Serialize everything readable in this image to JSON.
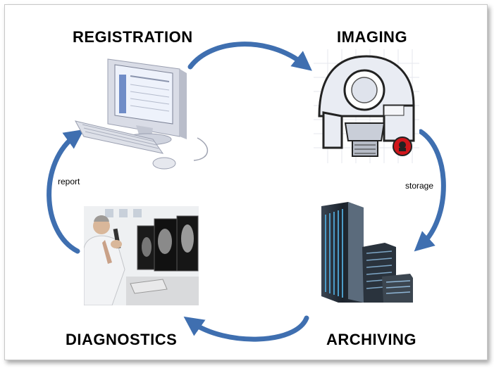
{
  "stages": {
    "registration": "REGISTRATION",
    "imaging": "IMAGING",
    "archiving": "ARCHIVING",
    "diagnostics": "DIAGNOSTICS"
  },
  "edge_labels": {
    "storage": "storage",
    "report": "report"
  },
  "illustrations": {
    "registration": "computer-workstation-icon",
    "imaging": "mri-scanner-icon",
    "archiving": "server-racks-icon",
    "diagnostics": "radiologist-workstation-photo"
  },
  "colors": {
    "arrow": "#3f6fb0",
    "frame_border": "#c8c8c8",
    "text": "#000000"
  }
}
